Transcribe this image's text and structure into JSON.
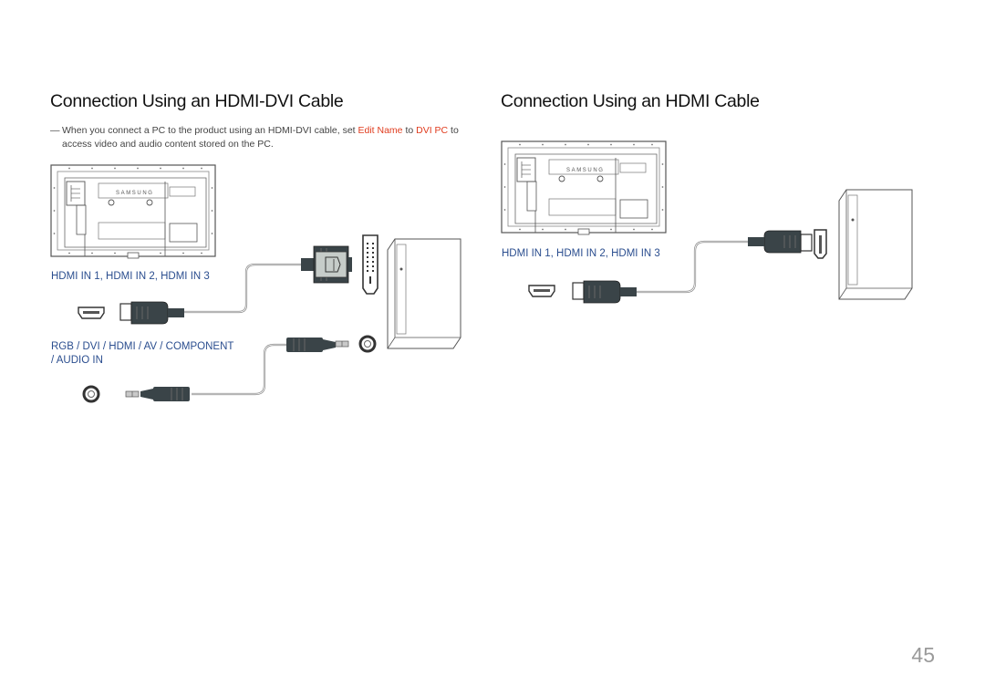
{
  "left_section": {
    "title": "Connection Using an HDMI-DVI Cable",
    "note": {
      "dash": "―",
      "text_before": "When you connect a PC to the product using an HDMI-DVI cable, set ",
      "highlight_1": "Edit Name",
      "text_middle": " to ",
      "highlight_2": "DVI PC",
      "text_after": " to access video and audio content stored on the PC."
    },
    "hdmi_port_label": "HDMI IN 1, HDMI IN 2, HDMI IN 3",
    "audio_port_label_line1": "RGB / DVI / HDMI / AV / COMPONENT",
    "audio_port_label_line2": "/ AUDIO IN",
    "tv_brand": "SAMSUNG"
  },
  "right_section": {
    "title": "Connection Using an HDMI Cable",
    "hdmi_port_label": "HDMI IN 1, HDMI IN 2, HDMI IN 3",
    "tv_brand": "SAMSUNG"
  },
  "page_number": "45",
  "colors": {
    "label_blue": "#2b4e8f",
    "highlight_red": "#e03c1e",
    "connector_dark": "#3a4448"
  }
}
